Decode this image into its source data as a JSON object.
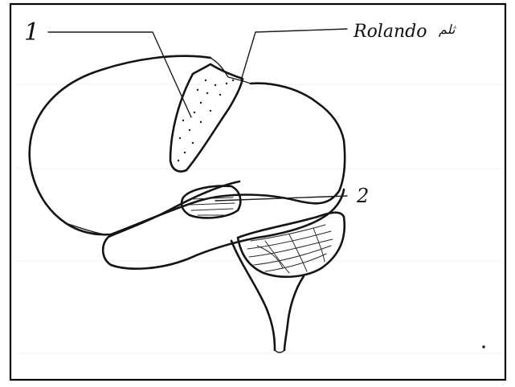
{
  "labels": {
    "marker_1": "1",
    "marker_2": "2",
    "rolando_label": "Rolando",
    "rolando_suffix": "ثلم"
  },
  "colors": {
    "ink": "#141414",
    "paper": "#ffffff",
    "frame": "#000000"
  }
}
